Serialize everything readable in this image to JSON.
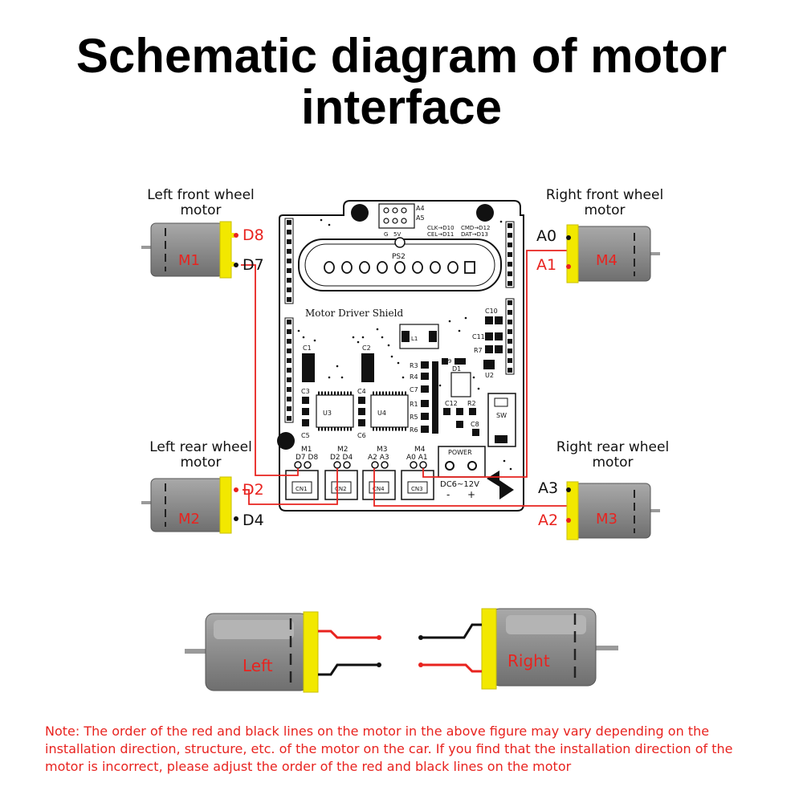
{
  "title": {
    "line1": "Schematic diagram of motor",
    "line2": "interface"
  },
  "captions": {
    "left_front": [
      "Left front wheel",
      "motor"
    ],
    "right_front": [
      "Right front wheel",
      "motor"
    ],
    "left_rear": [
      "Left rear wheel",
      "motor"
    ],
    "right_rear": [
      "Right rear wheel",
      "motor"
    ]
  },
  "motors": {
    "m1": {
      "label": "M1",
      "pin_red": "D8",
      "pin_black": "D7"
    },
    "m4": {
      "label": "M4",
      "pin_red": "A1",
      "pin_black": "A0"
    },
    "m2": {
      "label": "M2",
      "pin_red": "D2",
      "pin_black": "D4"
    },
    "m3": {
      "label": "M3",
      "pin_red": "A2",
      "pin_black": "A3"
    }
  },
  "board": {
    "name": "Motor Driver Shield",
    "ps2": "PS2",
    "header_pins": [
      "A4",
      "A5"
    ],
    "header_signals": [
      "CLK→D10",
      "CEL→D11",
      "CMD→D12",
      "DAT→D13"
    ],
    "header_side": [
      "G",
      "5V"
    ],
    "components": [
      "C1",
      "C2",
      "C3",
      "C4",
      "C5",
      "C6",
      "C7",
      "C8",
      "C9",
      "C10",
      "C11",
      "C12",
      "R1",
      "R2",
      "R3",
      "R4",
      "R5",
      "R6",
      "R7",
      "U2",
      "U3",
      "U4",
      "D1",
      "L1",
      "SW"
    ],
    "connectors": [
      {
        "motor": "M1",
        "pins": "D7  D8",
        "name": "CN1"
      },
      {
        "motor": "M2",
        "pins": "D2  D4",
        "name": "CN2"
      },
      {
        "motor": "M3",
        "pins": "A2  A3",
        "name": "CN4"
      },
      {
        "motor": "M4",
        "pins": "A0  A1",
        "name": "CN3"
      }
    ],
    "power_label": "POWER",
    "power_voltage": "DC6~12V",
    "power_polarity": [
      "-",
      "+"
    ]
  },
  "bottom": {
    "left_label": "Left",
    "right_label": "Right"
  },
  "note": "Note: The order of the red and black lines on the motor in the above figure may vary depending on the installation direction, structure, etc. of the motor on the car. If you find that the installation direction of the motor is incorrect, please adjust the order of the red and black lines on the motor",
  "colors": {
    "wire_red": "#e8231f",
    "wire_black": "#111111",
    "motor_gray": "#8a8a8a",
    "motor_cap": "#f2e800"
  }
}
